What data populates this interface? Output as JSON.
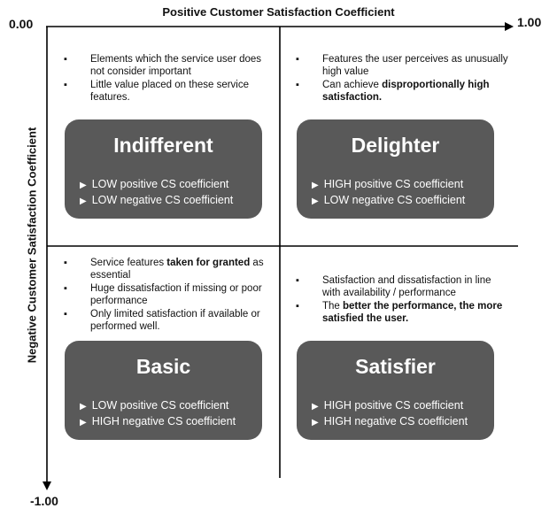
{
  "axes": {
    "x_title": "Positive Customer  Satisfaction  Coefficient",
    "y_title": "Negative Customer  Satisfaction  Coefficient",
    "origin_label": "0.00",
    "x_end_label": "1.00",
    "y_end_label": "-1.00"
  },
  "quadrants": {
    "indifferent": {
      "title": "Indifferent",
      "notes": [
        {
          "text": "Elements which the service user does not consider important",
          "bold": ""
        },
        {
          "text": "Little value placed on these service features.",
          "bold": ""
        }
      ],
      "lines": [
        "LOW positive CS coefficient",
        "LOW negative CS coefficient"
      ]
    },
    "delighter": {
      "title": "Delighter",
      "notes": [
        {
          "text": "Features  the user perceives as unusually high value",
          "bold": ""
        },
        {
          "text": "Can achieve ",
          "bold": "disproportionally high satisfaction."
        }
      ],
      "lines": [
        "HIGH positive CS coefficient",
        "LOW negative CS coefficient"
      ]
    },
    "basic": {
      "title": "Basic",
      "notes": [
        {
          "text": "Service features  ",
          "bold": "taken for granted",
          "after": " as essential"
        },
        {
          "text": "Huge dissatisfaction  if missing or poor performance",
          "bold": ""
        },
        {
          "text": "Only limited satisfaction  if available or performed  well.",
          "bold": ""
        }
      ],
      "lines": [
        "LOW positive CS coefficient",
        "HIGH negative CS coefficient"
      ]
    },
    "satisfier": {
      "title": "Satisfier",
      "notes": [
        {
          "text": "Satisfaction and dissatisfaction in line with availability / performance",
          "bold": ""
        },
        {
          "text": "The ",
          "bold": "better the performance, the more satisfied the user."
        }
      ],
      "lines": [
        "HIGH positive CS coefficient",
        "HIGH negative CS coefficient"
      ]
    }
  }
}
